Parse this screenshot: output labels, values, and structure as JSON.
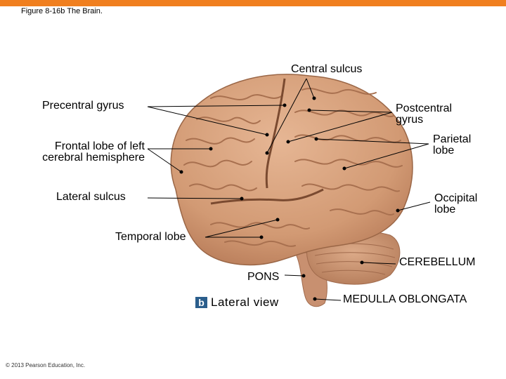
{
  "figure_title": "Figure 8-16b  The Brain.",
  "labels": {
    "central_sulcus": "Central sulcus",
    "precentral_gyrus": "Precentral gyrus",
    "postcentral_gyrus_1": "Postcentral",
    "postcentral_gyrus_2": "gyrus",
    "frontal_lobe_1": "Frontal lobe of left",
    "frontal_lobe_2": "cerebral hemisphere",
    "parietal_lobe_1": "Parietal",
    "parietal_lobe_2": "lobe",
    "lateral_sulcus": "Lateral sulcus",
    "occipital_lobe_1": "Occipital",
    "occipital_lobe_2": "lobe",
    "temporal_lobe": "Temporal lobe",
    "cerebellum": "CEREBELLUM",
    "pons": "PONS",
    "medulla": "MEDULLA OBLONGATA"
  },
  "view_badge": "b",
  "view_label": "Lateral view",
  "copyright": "© 2013 Pearson Education, Inc.",
  "colors": {
    "accent_bar": "#f07f1f",
    "brain": "#d9a27e",
    "brain_shadow": "#b97d5a",
    "badge": "#2b5e8c"
  }
}
